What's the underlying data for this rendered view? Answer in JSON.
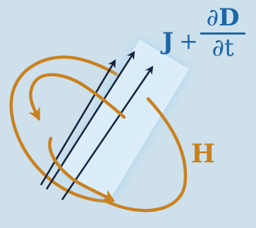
{
  "equation": {
    "current_symbol": "J",
    "plus": "+",
    "partial_symbol": "∂",
    "numerator_symbol": "D",
    "denominator_symbol": "t"
  },
  "field_label": "H",
  "colors": {
    "background": "#cde0ec",
    "conductor_fill": "#eaf4fb",
    "conductor_glow": "#a8d6f4",
    "current_arrows": "#16253f",
    "field_loops": "#c9811f",
    "equation_text": "#1c66a8"
  },
  "icons": {
    "current_arrows": "arrow-up-right-icon",
    "field_loops": "circular-arrow-icon"
  }
}
